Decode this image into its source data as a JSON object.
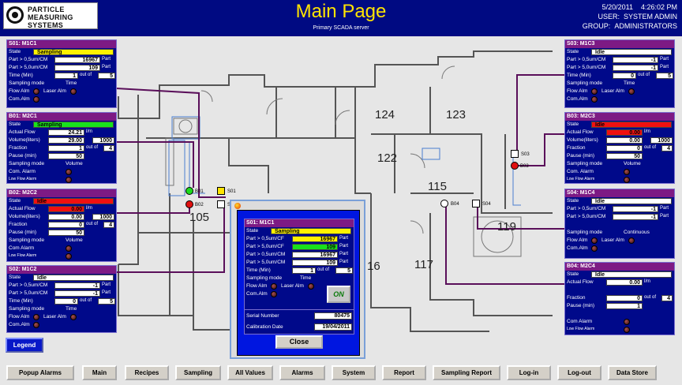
{
  "header": {
    "logo_lines": [
      "PARTICLE",
      "MEASURING",
      "SYSTEMS"
    ],
    "title": "Main Page",
    "subtitle": "Primary SCADA server",
    "date": "5/20/2011",
    "time": "4:26:02 PM",
    "user_label": "USER:",
    "user": "SYSTEM ADMIN",
    "group_label": "GROUP:",
    "group": "ADMINISTRATORS"
  },
  "rooms": [
    "124",
    "123",
    "122",
    "115",
    "105",
    "119",
    "16",
    "117"
  ],
  "sensor_labels": [
    "B01",
    "S01",
    "B02",
    "S0",
    "S03",
    "B03",
    "B04",
    "S04"
  ],
  "cards": {
    "s01": {
      "title": "S01: M1C1",
      "state_label": "State",
      "state": "Sampling",
      "p05_label": "Part > 0,5um/CM",
      "p05": "16967",
      "p05_unit": "Part",
      "p50_label": "Part > 5,0um/CM",
      "p50": "109",
      "p50_unit": "Part",
      "time_label": "Time (Min)",
      "time": "1",
      "out_of": "out of",
      "time_max": "5",
      "mode_label": "Sampling mode",
      "mode": "Time",
      "flow_alm": "Flow Alm",
      "laser_alm": "Laser Alm",
      "com_alm": "Com.Alm"
    },
    "b01": {
      "title": "B01: M2C1",
      "state_label": "State",
      "state": "Sampling",
      "flow_label": "Actual Flow",
      "flow": "24.21",
      "flow_unit": "l/m",
      "vol_label": "Volume(liters)",
      "vol": "29.00",
      "vol_max": "1000",
      "frac_label": "Fraction",
      "frac": "1",
      "out_of": "out of",
      "frac_max": "4",
      "pause_label": "Pause (min)",
      "pause": "50",
      "mode_label": "Sampling mode",
      "mode": "Volume",
      "com_alm": "Com. Alarm",
      "low_flow": "Low Flow Alarm"
    },
    "b02": {
      "title": "B02: M2C2",
      "state_label": "State",
      "state": "Idle",
      "flow_label": "Actual Flow",
      "flow": "0.00",
      "flow_unit": "l/m",
      "vol_label": "Volume(liters)",
      "vol": "0.00",
      "vol_max": "1000",
      "frac_label": "Fraction",
      "frac": "0",
      "out_of": "out of",
      "frac_max": "4",
      "pause_label": "Pause (min)",
      "pause": "50",
      "mode_label": "Sampling mode",
      "mode": "Volume",
      "com_alm": "Com Alarm",
      "low_flow": "Low Flow Alarm"
    },
    "s02": {
      "title": "S02: M1C2",
      "state_label": "State",
      "state": "Idle",
      "p05_label": "Part > 0,5um/CM",
      "p05": "-1",
      "p05_unit": "Part",
      "p50_label": "Part > 5,0um/CM",
      "p50": "-1",
      "p50_unit": "Part",
      "time_label": "Time (Min)",
      "time": "0",
      "out_of": "out of",
      "time_max": "5",
      "mode_label": "Sampling mode",
      "mode": "Time",
      "flow_alm": "Flow Alm",
      "laser_alm": "Laser Alm",
      "com_alm": "Com.Alm"
    },
    "s03": {
      "title": "S03: M1C3",
      "state_label": "State",
      "state": "Idle",
      "p05_label": "Part > 0,5um/CM",
      "p05": "-1",
      "p05_unit": "Part",
      "p50_label": "Part > 5,0um/CM",
      "p50": "-1",
      "p50_unit": "Part",
      "time_label": "Time (Min)",
      "time": "0",
      "out_of": "out of",
      "time_max": "5",
      "mode_label": "Sampling mode",
      "mode": "Time",
      "flow_alm": "Flow Alm",
      "laser_alm": "Laser Alm",
      "com_alm": "Com.Alm"
    },
    "b03": {
      "title": "B03: M2C3",
      "state_label": "State",
      "state": "Idle",
      "flow_label": "Actual Flow",
      "flow": "0.00",
      "flow_unit": "l/m",
      "vol_label": "Volume(liters)",
      "vol": "0.00",
      "vol_max": "1000",
      "frac_label": "Fraction",
      "frac": "0",
      "out_of": "out of",
      "frac_max": "4",
      "pause_label": "Pause (min)",
      "pause": "50",
      "mode_label": "Sampling mode",
      "mode": "Volume",
      "com_alm": "Com. Alarm",
      "low_flow": "Low Flow Alarm"
    },
    "s04": {
      "title": "S04: M1C4",
      "state_label": "State",
      "state": "Idle",
      "p05_label": "Part > 0,5um/CM",
      "p05": "-1",
      "p05_unit": "Part",
      "p50_label": "Part > 5,0um/CM",
      "p50": "-1",
      "p50_unit": "Part",
      "mode_label": "Sampling mode",
      "mode": "Continuous",
      "flow_alm": "Flow Alm",
      "laser_alm": "Laser Alm",
      "com_alm": "Com.Alm"
    },
    "b04": {
      "title": "B04: M2C4",
      "state_label": "State",
      "state": "Idle",
      "flow_label": "Actual Flow",
      "flow": "0.00",
      "flow_unit": "l/m",
      "frac_label": "Fraction",
      "frac": "0",
      "out_of": "out of",
      "frac_max": "4",
      "pause_label": "Pause (min)",
      "pause": "1",
      "com_alm": "Com Alarm",
      "low_flow": "Low Flow Alarm"
    }
  },
  "popup": {
    "title": "S01: M1C1",
    "state_label": "State",
    "state": "Sampling",
    "r1_label": "Part > 0,5um/CF",
    "r1": "16967",
    "r1_unit": "Part",
    "r2_label": "Part > 5,0um/CF",
    "r2": "109",
    "r2_unit": "Part",
    "r3_label": "Part > 0,5um/CM",
    "r3": "16967",
    "r3_unit": "Part",
    "r4_label": "Part > 5,0um/CM",
    "r4": "109",
    "r4_unit": "Part",
    "time_label": "Time (Min)",
    "time": "1",
    "out_of": "out of",
    "time_max": "5",
    "mode_label": "Sampling mode",
    "mode": "Time",
    "flow_alm": "Flow Alm",
    "laser_alm": "Laser Alm",
    "com_alm": "Com.Alm",
    "on_label": "ON",
    "serial_label": "Serial Number",
    "serial": "80475",
    "cal_label": "Calibration Date",
    "cal": "19/04/2011",
    "close_label": "Close"
  },
  "legend_label": "Legend",
  "nav": [
    "Popup Alarms",
    "Main",
    "Recipes",
    "Sampling",
    "All Values",
    "Alarms",
    "System",
    "Report",
    "Sampling Report",
    "Log-in",
    "Log-out",
    "Data Store"
  ],
  "colors": {
    "header_bg": "#000a82",
    "card_bg": "#00098a",
    "card_title": "#7d1a84",
    "title_yellow": "#ffe400",
    "ok_green": "#18e21c",
    "alarm_red": "#f01010"
  }
}
